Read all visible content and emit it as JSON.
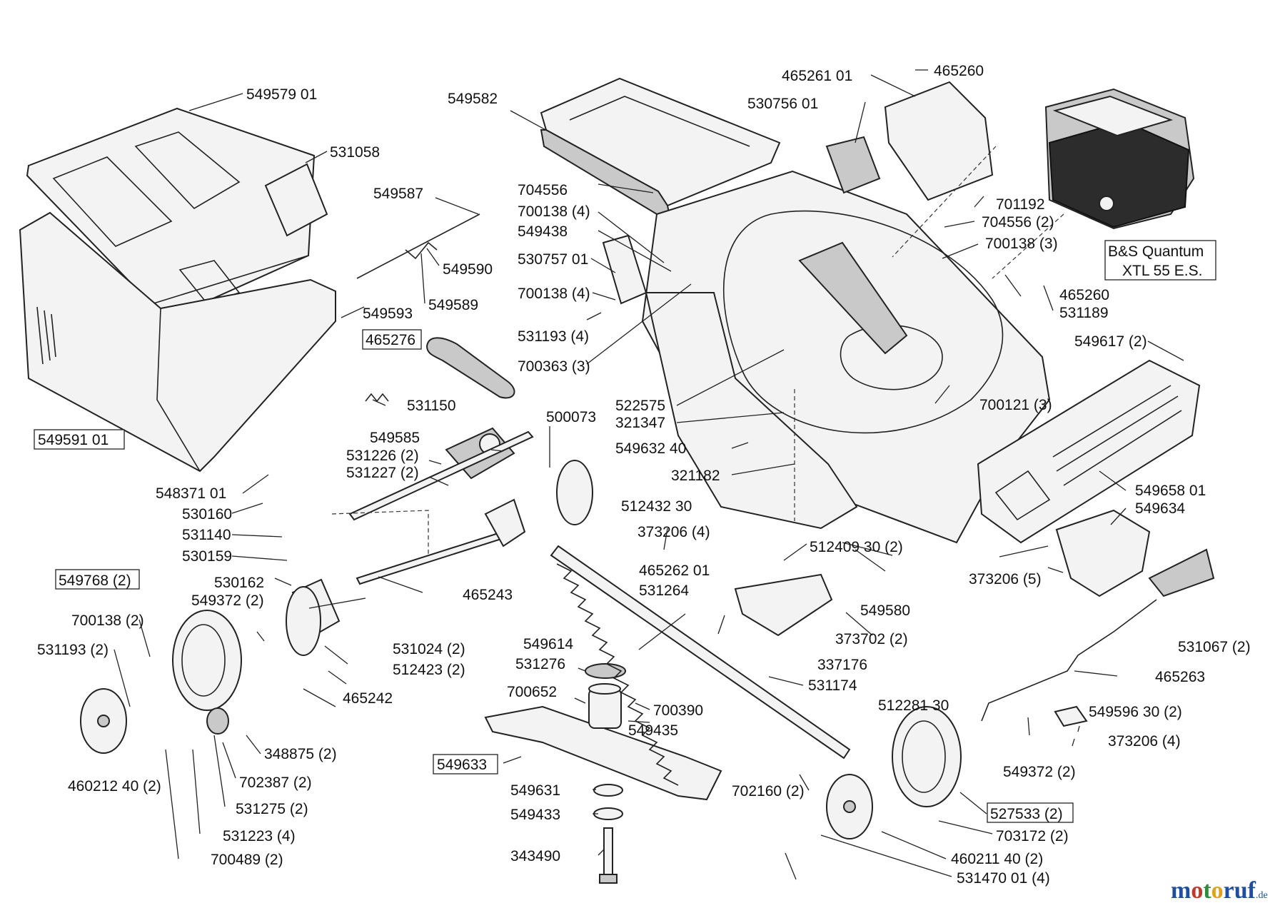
{
  "labels": {
    "l549579": "549579 01",
    "l531058": "531058",
    "l549587": "549587",
    "l549590": "549590",
    "l549589": "549589",
    "l549593": "549593",
    "l465276": "465276",
    "l531150": "531150",
    "l549591": "549591 01",
    "l549582": "549582",
    "l704556": "704556",
    "l700138_4a": "700138 (4)",
    "l549438": "549438",
    "l530757": "530757 01",
    "l700138_4b": "700138 (4)",
    "l531193_4": "531193 (4)",
    "l700363": "700363 (3)",
    "l465261": "465261 01",
    "l465260a": "465260",
    "l530756": "530756 01",
    "l701192": "701192",
    "l704556_2": "704556 (2)",
    "l700138_3": "700138 (3)",
    "l465260b": "465260",
    "l531189": "531189",
    "l549617": "549617 (2)",
    "l522575": "522575",
    "l321347": "321347",
    "l700121": "700121 (3)",
    "l549632": "549632 40",
    "l321182": "321182",
    "l549658": "549658 01",
    "l549634": "549634",
    "l549585": "549585",
    "l531226": "531226 (2)",
    "l531227": "531227 (2)",
    "l500073": "500073",
    "l548371": "548371 01",
    "l530160": "530160",
    "l531140": "531140",
    "l530159": "530159",
    "l512432": "512432 30",
    "l373206_4a": "373206 (4)",
    "l512409": "512409 30 (2)",
    "l373206_5": "373206 (5)",
    "l549768": "549768 (2)",
    "l530162": "530162",
    "l465243": "465243",
    "l465262": "465262 01",
    "l531264": "531264",
    "l549372a": "549372 (2)",
    "l700138_2": "700138 (2)",
    "l531193_2": "531193 (2)",
    "l531024": "531024 (2)",
    "l512423": "512423 (2)",
    "l465242": "465242",
    "l549614": "549614",
    "l531276": "531276",
    "l700652": "700652",
    "l700390": "700390",
    "l549435": "549435",
    "l549580": "549580",
    "l373702": "373702 (2)",
    "l337176": "337176",
    "l531174": "531174",
    "l531067": "531067 (2)",
    "l465263": "465263",
    "l512281": "512281 30",
    "l549596": "549596 30 (2)",
    "l373206_4b": "373206 (4)",
    "l460212": "460212 40 (2)",
    "l348875": "348875 (2)",
    "l702387": "702387 (2)",
    "l531275": "531275 (2)",
    "l531223": "531223 (4)",
    "l700489": "700489 (2)",
    "l549633": "549633",
    "l549631": "549631",
    "l549433": "549433",
    "l343490": "343490",
    "l702160": "702160 (2)",
    "l549372b": "549372 (2)",
    "l527533": "527533 (2)",
    "l703172": "703172 (2)",
    "l460211": "460211 40 (2)",
    "l531470": "531470 01 (4)"
  },
  "engine": {
    "line1": "B&S Quantum",
    "line2": "XTL 55 E.S."
  },
  "logo": {
    "m": "m",
    "o1": "o",
    "t": "t",
    "o2": "o",
    "ruf": "ruf",
    "tld": ".de",
    "colors": {
      "m": "#1f4e9c",
      "o1": "#c0392b",
      "t": "#2e8b3a",
      "o2": "#e0a020",
      "ruf": "#1f4e9c"
    }
  }
}
